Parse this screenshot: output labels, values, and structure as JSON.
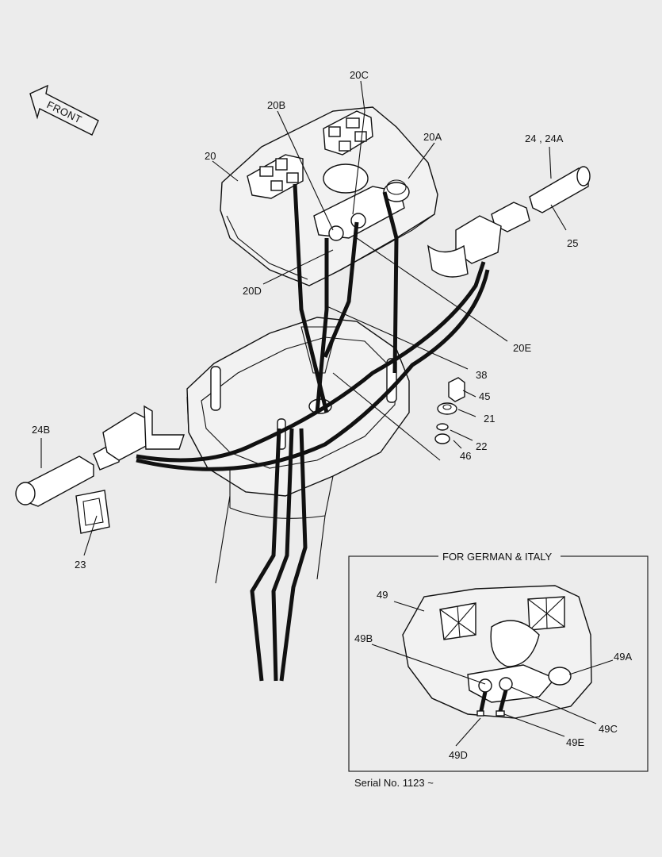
{
  "front_label": "FRONT",
  "inset_title": "FOR GERMAN & ITALY",
  "serial_note": "Serial No. 1123 ~",
  "labels": {
    "l20": "20",
    "l20A": "20A",
    "l20B": "20B",
    "l20C": "20C",
    "l20D": "20D",
    "l20E": "20E",
    "l21": "21",
    "l22": "22",
    "l23": "23",
    "l24_24A": "24 , 24A",
    "l24B": "24B",
    "l25": "25",
    "l38": "38",
    "l45": "45",
    "l46": "46",
    "l49": "49",
    "l49A": "49A",
    "l49B": "49B",
    "l49C": "49C",
    "l49D": "49D",
    "l49E": "49E"
  }
}
